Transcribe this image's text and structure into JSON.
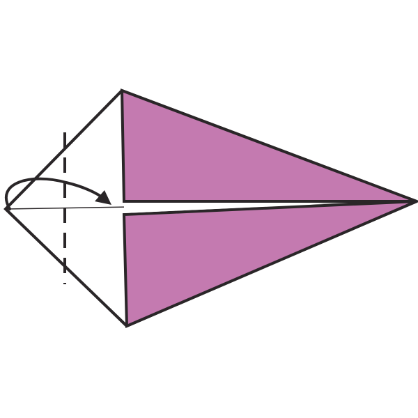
{
  "diagram": {
    "type": "origami-fold-step",
    "instruction_marks": [
      "valley-fold-line",
      "fold-direction-arrow"
    ],
    "colors": {
      "background": "#ffffff",
      "paper_front": "#ffffff",
      "paper_back": "#c47ab0",
      "outline": "#2a2628"
    }
  }
}
